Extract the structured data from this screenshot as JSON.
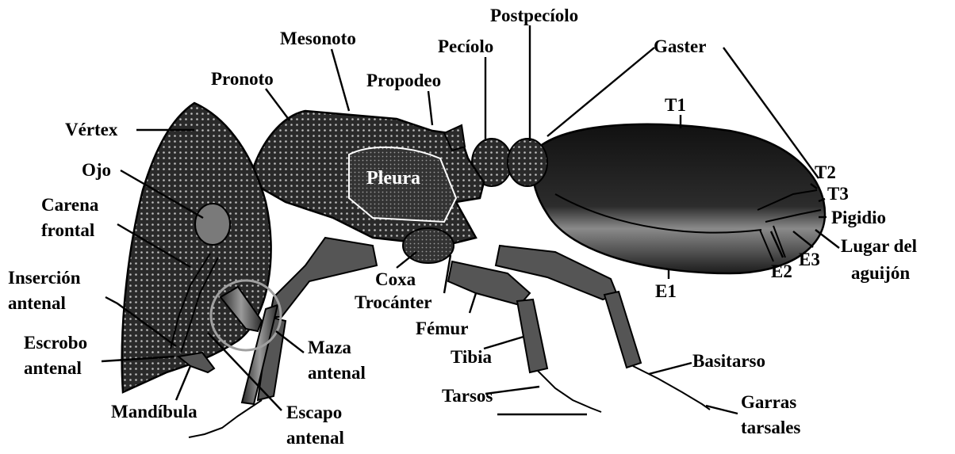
{
  "labels": {
    "postpeciolo": "Postpecíolo",
    "mesonoto": "Mesonoto",
    "peciolo": "Pecíolo",
    "gaster": "Gaster",
    "pronoto": "Pronoto",
    "propodeo": "Propodeo",
    "vertex": "Vértex",
    "t1": "T1",
    "ojo": "Ojo",
    "pleura": "Pleura",
    "t2": "T2",
    "t3": "T3",
    "carena_line1": "Carena",
    "carena_line2": "frontal",
    "pigidio": "Pigidio",
    "lugar_line1": "Lugar del",
    "lugar_line2": "aguijón",
    "insercion_line1": "Inserción",
    "insercion_line2": "antenal",
    "coxa": "Coxa",
    "e2": "E2",
    "e3": "E3",
    "e1": "E1",
    "trocanter": "Trocánter",
    "femur": "Fémur",
    "escrobo_line1": "Escrobo",
    "escrobo_line2": "antenal",
    "maza_line1": "Maza",
    "maza_line2": "antenal",
    "tibia": "Tibia",
    "basitarso": "Basitarso",
    "tarsos": "Tarsos",
    "garras_line1": "Garras",
    "garras_line2": "tarsales",
    "mandibula": "Mandíbula",
    "escapo_line1": "Escapo",
    "escapo_line2": "antenal"
  }
}
